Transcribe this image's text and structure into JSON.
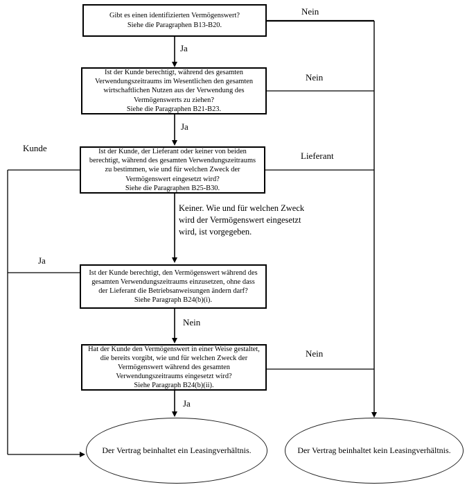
{
  "labels": {
    "yes": "Ja",
    "no": "Nein",
    "customer": "Kunde",
    "supplier": "Lieferant",
    "neither_note": "Keiner. Wie und für welchen Zweck\nwird der Vermögenswert eingesetzt\nwird, ist vorgegeben."
  },
  "boxes": {
    "q1": "Gibt es einen identifizierten Vermögenswert?\nSiehe die Paragraphen B13-B20.",
    "q2": "Ist der Kunde berechtigt, während des gesamten\nVerwendungszeitraums im Wesentlichen den gesamten\nwirtschaftlichen Nutzen aus der Verwendung des\nVermögenswerts zu ziehen?\nSiehe die Paragraphen B21-B23.",
    "q3": "Ist der Kunde, der Lieferant oder keiner von beiden\nberechtigt, während des gesamten Verwendungszeitraums\nzu bestimmen, wie und für welchen Zweck der\nVermögenswert eingesetzt wird?\nSiehe die Paragraphen B25-B30.",
    "q4": "Ist der Kunde berechtigt, den Vermögenswert während des\ngesamten Verwendungszeitraums einzusetzen, ohne dass\nder Lieferant die Betriebsanweisungen ändern darf?\nSiehe Paragraph B24(b)(i).",
    "q5": "Hat der Kunde den Vermögenswert in einer Weise gestaltet,\ndie bereits vorgibt, wie und für welchen Zweck der\nVermögenswert während des gesamten\nVerwendungszeitraums eingesetzt wird?\nSiehe Paragraph B24(b)(ii)."
  },
  "outcomes": {
    "lease": "Der Vertrag beinhaltet ein Leasingverhältnis.",
    "no_lease": "Der Vertrag beinhaltet kein Leasingverhältnis."
  },
  "colors": {
    "line": "#000000",
    "background": "#ffffff",
    "text": "#000000"
  }
}
